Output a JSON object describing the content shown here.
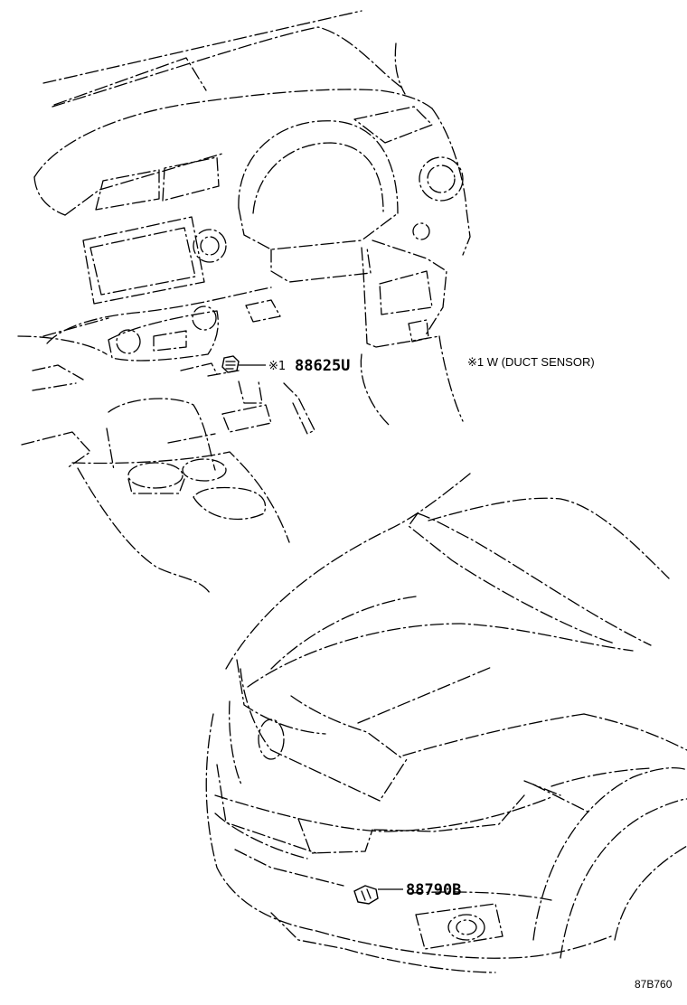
{
  "callouts": [
    {
      "marker": "※1",
      "part_number": "88625U"
    },
    {
      "part_number": "88790B"
    }
  ],
  "note": {
    "text": "※1 W (DUCT SENSOR)"
  },
  "drawing_id": "87B760"
}
